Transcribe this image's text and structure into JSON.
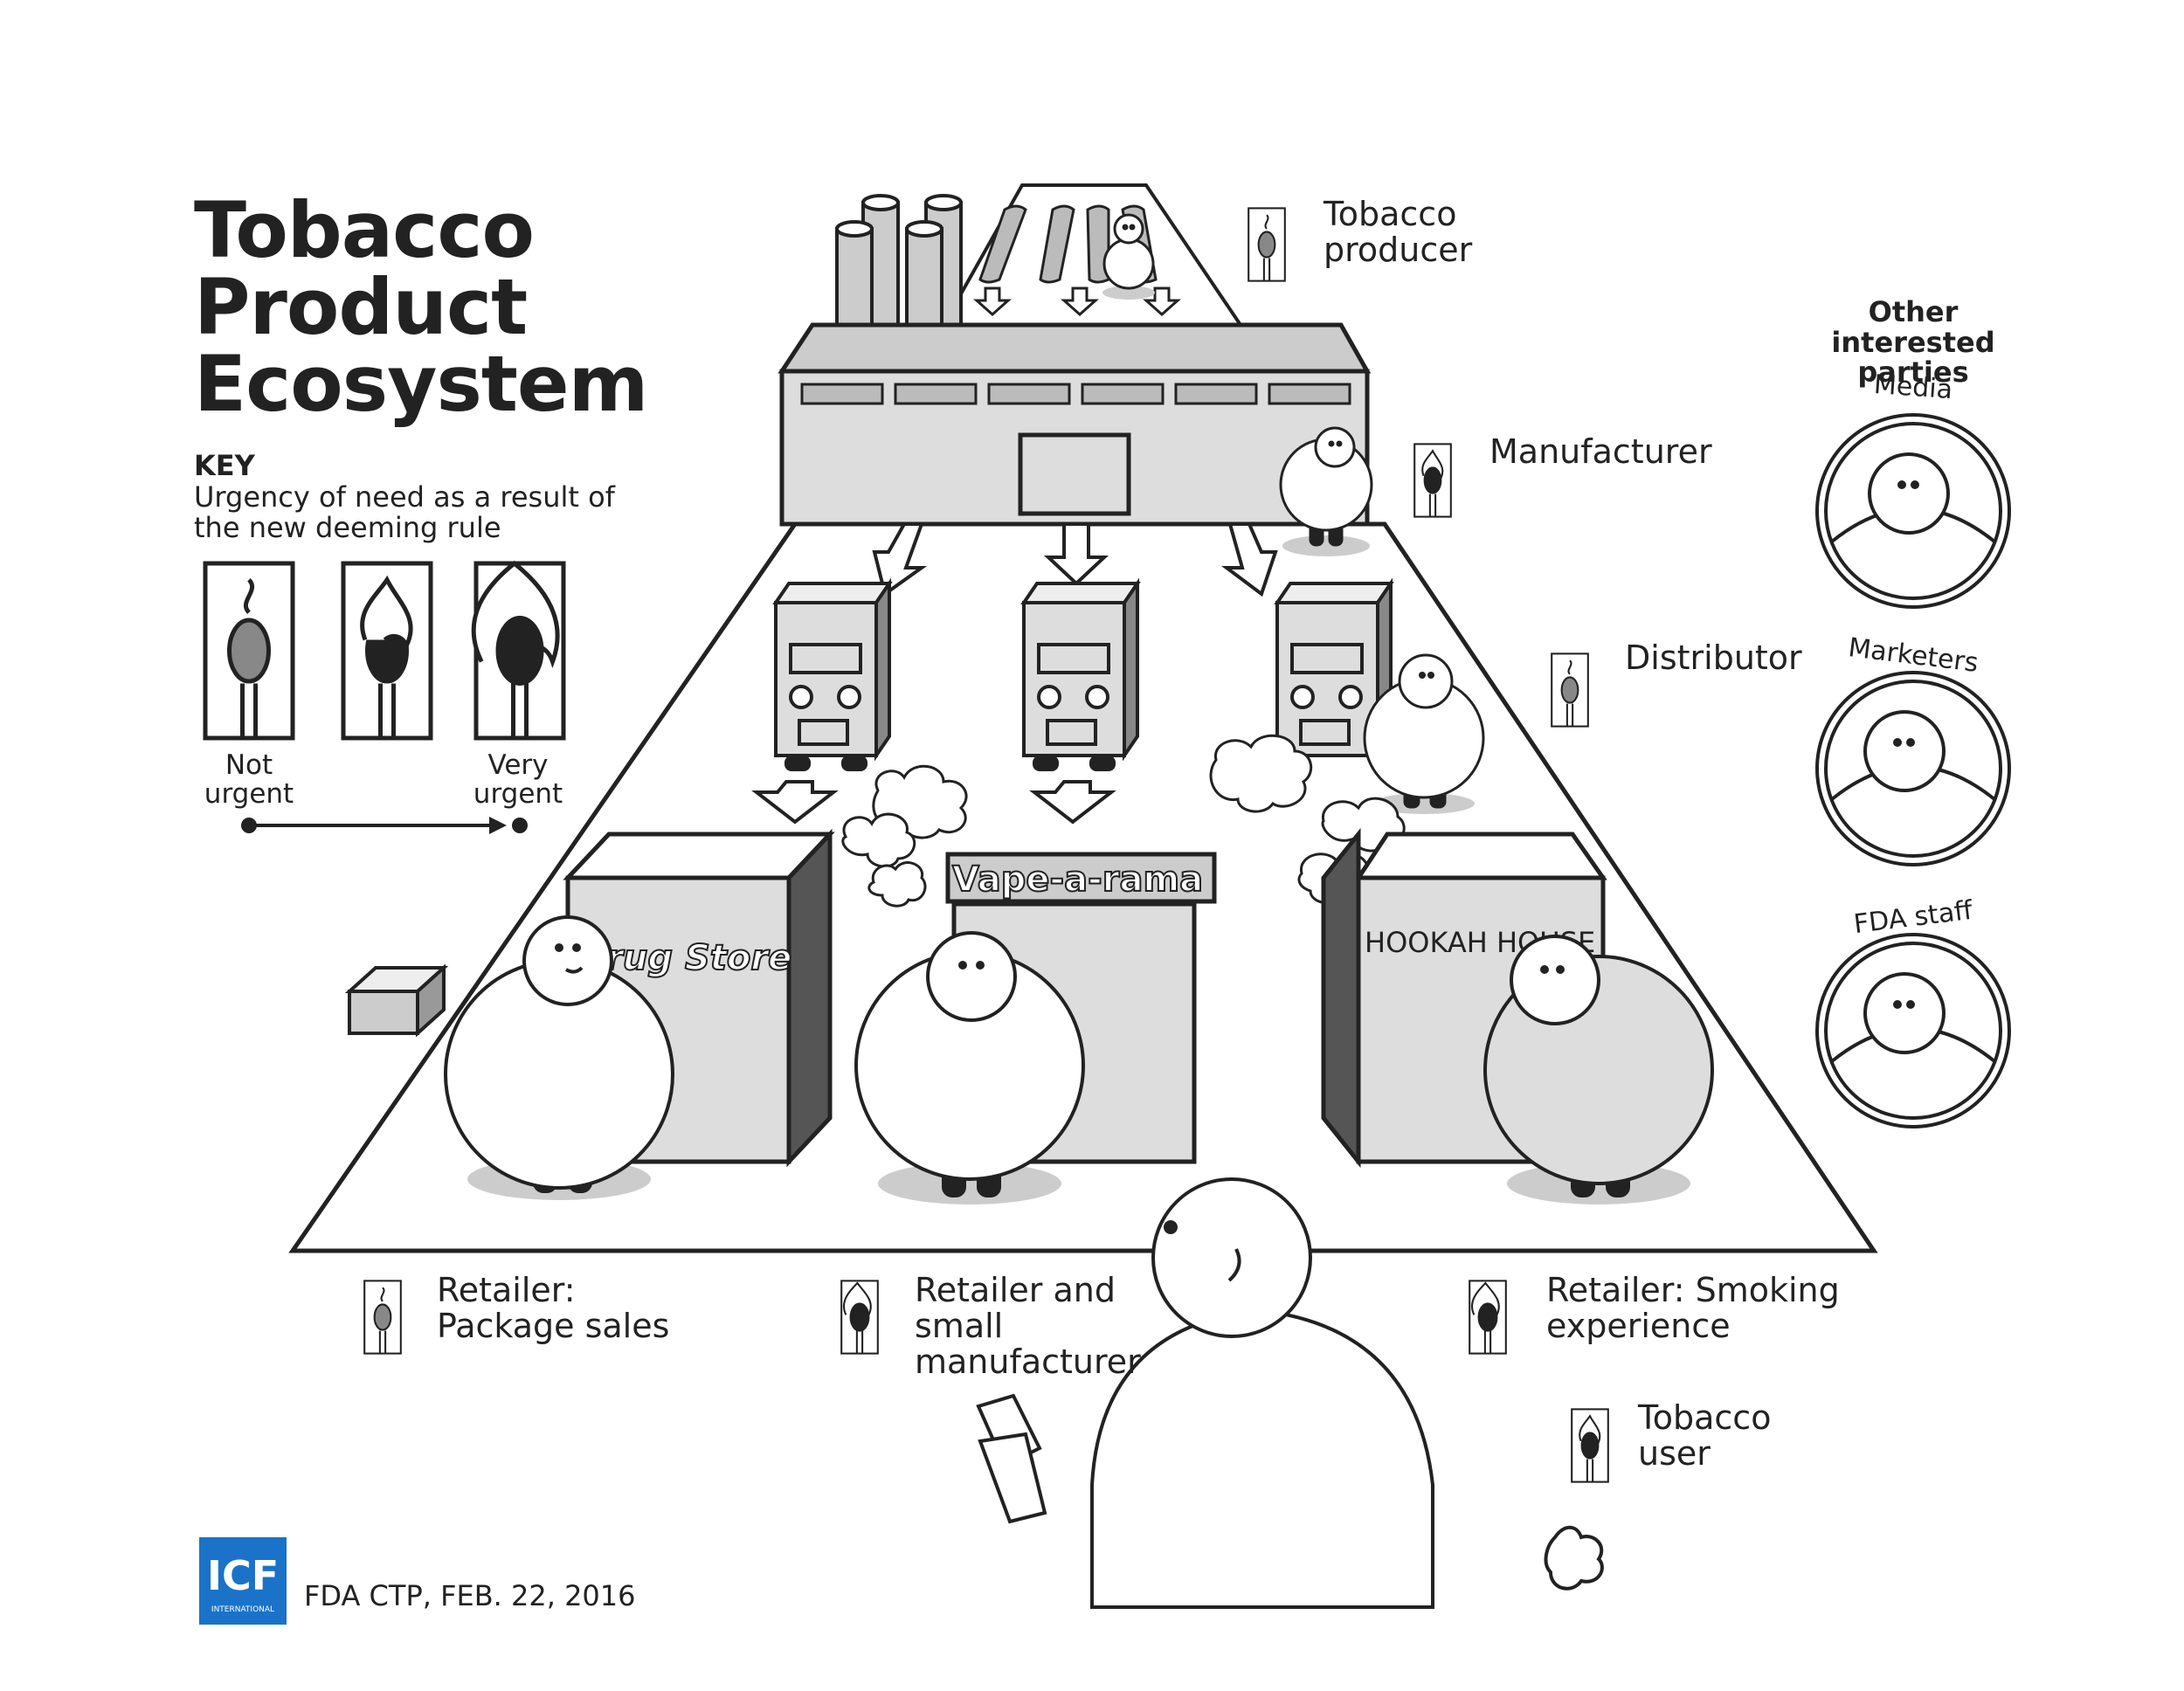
{
  "title": "Tobacco\nProduct\nEcosystem",
  "key": {
    "heading": "KEY",
    "description": "Urgency of need as a result of\nthe new deeming rule",
    "low_label": "Not\nurgent",
    "high_label": "Very\nurgent"
  },
  "roles": {
    "producer": "Tobacco\nproducer",
    "manufacturer": "Manufacturer",
    "distributor": "Distributor",
    "retailer_package": "Retailer:\nPackage sales",
    "retailer_small": "Retailer and\nsmall\nmanufacturer",
    "retailer_smoking": "Retailer: Smoking\nexperience",
    "user": "Tobacco\nuser"
  },
  "stores": {
    "drug": "Drug Store",
    "vape": "Vape-a-rama",
    "hookah": "HOOKAH HOUSE"
  },
  "other_parties": {
    "heading": "Other interested\nparties",
    "items": [
      "Media",
      "Marketers",
      "FDA staff"
    ]
  },
  "logo": {
    "text": "ICF",
    "sub": "INTERNATIONAL"
  },
  "source": "FDA CTP, FEB. 22, 2016",
  "colors": {
    "ink": "#222222",
    "gray": "#8a8a8a",
    "light": "#d6d6d6",
    "dark": "#3a3a3a",
    "logo_blue": "#1a73c8"
  }
}
